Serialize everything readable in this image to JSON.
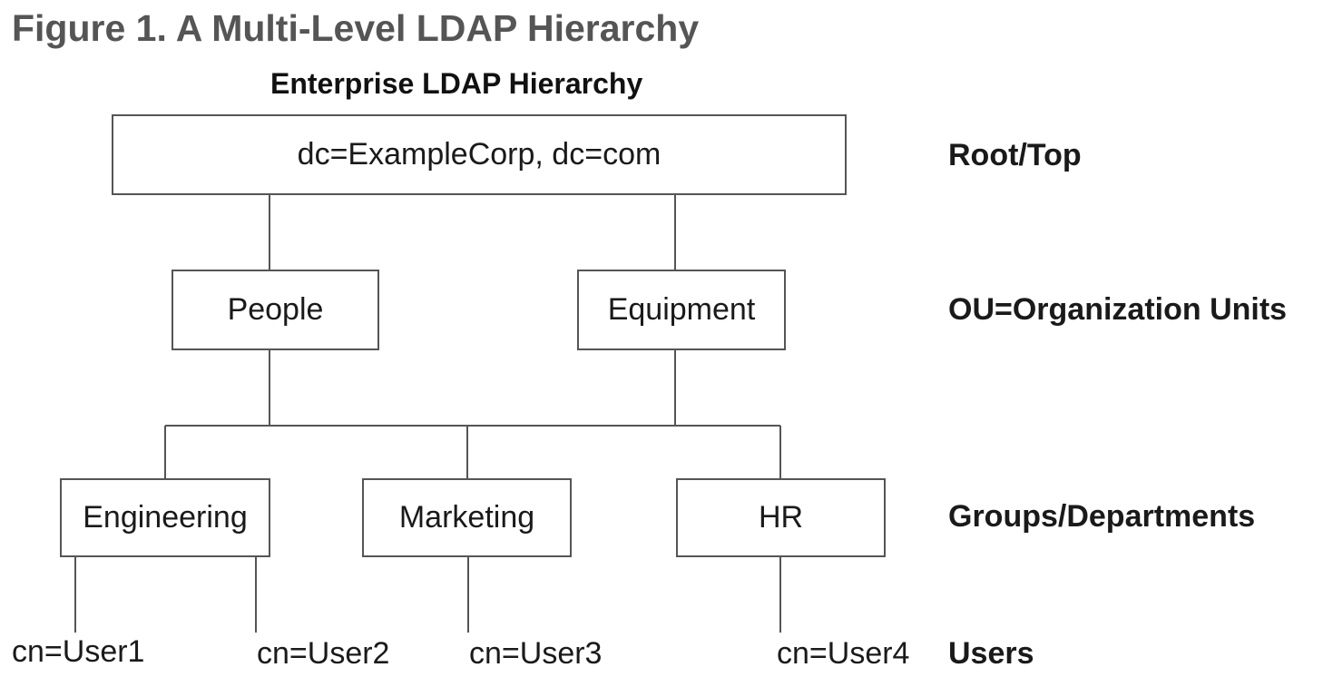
{
  "figure_title": "Figure 1. A Multi-Level LDAP Hierarchy",
  "diagram_title": "Enterprise LDAP Hierarchy",
  "nodes": {
    "root": "dc=ExampleCorp, dc=com",
    "people": "People",
    "equipment": "Equipment",
    "engineering": "Engineering",
    "marketing": "Marketing",
    "hr": "HR"
  },
  "users": [
    "cn=User1",
    "cn=User2",
    "cn=User3",
    "cn=User4"
  ],
  "levels": {
    "root": "Root/Top",
    "ou": "OU=Organization Units",
    "groups": "Groups/Departments",
    "users": "Users"
  },
  "colors": {
    "figure_title": "#555555",
    "box_border": "#555555",
    "connector": "#555555",
    "text": "#1a1a1a"
  }
}
